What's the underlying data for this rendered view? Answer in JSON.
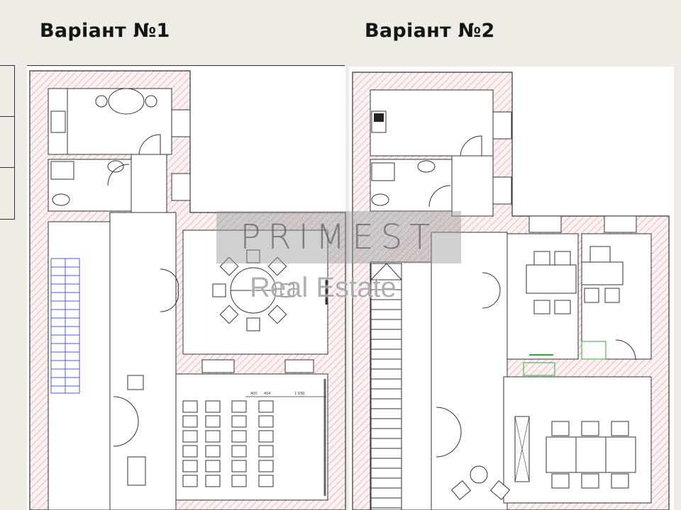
{
  "variants": [
    {
      "title": "Варіант №1",
      "dimensions": [
        "400",
        "404",
        "1 030"
      ]
    },
    {
      "title": "Варіант №2"
    }
  ],
  "watermark": {
    "brand": "PRIMEST",
    "subtitle": "Real Estate"
  },
  "colors": {
    "background": "#efebe5",
    "wall_hatch": "#e8a8a8",
    "line": "#333333",
    "stair_blue": "#4a5fd0",
    "fixture_green": "#2faa3a"
  }
}
